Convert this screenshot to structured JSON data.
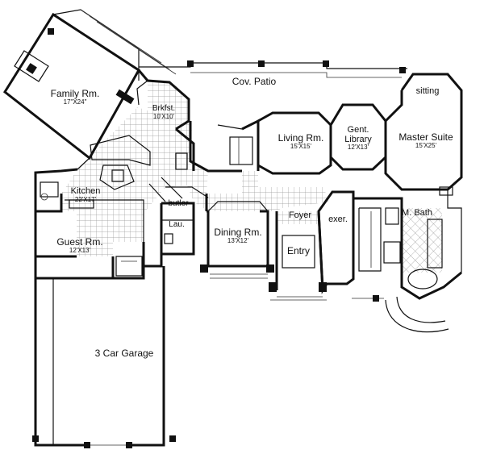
{
  "rooms": {
    "family": {
      "name": "Family Rm.",
      "dims": "17\"X24\""
    },
    "brkfst": {
      "name": "Brkfst.",
      "dims": "10'X10'"
    },
    "patio": {
      "name": "Cov. Patio"
    },
    "living": {
      "name": "Living Rm.",
      "dims": "15'X15'"
    },
    "library": {
      "name": "Gent. Library",
      "dims": "12'X13'"
    },
    "sitting": {
      "name": "sitting"
    },
    "master": {
      "name": "Master Suite",
      "dims": "15'X25'"
    },
    "kitchen": {
      "name": "Kitchen",
      "dims": "22'X17'"
    },
    "butler": {
      "name": "butler"
    },
    "foyer": {
      "name": "Foyer"
    },
    "exer": {
      "name": "exer."
    },
    "mbath": {
      "name": "M. Bath"
    },
    "guest": {
      "name": "Guest Rm.",
      "dims": "12'X13'"
    },
    "lau": {
      "name": "Lau."
    },
    "dining": {
      "name": "Dining Rm.",
      "dims": "13'X12'"
    },
    "entry": {
      "name": "Entry"
    },
    "garage": {
      "name": "3 Car Garage"
    }
  },
  "colors": {
    "ink": "#111111",
    "paper": "#ffffff",
    "tile": "#999999"
  }
}
